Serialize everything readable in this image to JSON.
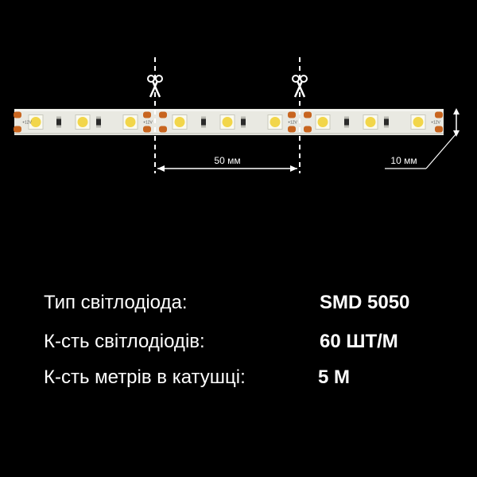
{
  "strip": {
    "pad_label": "+12V",
    "dim_pitch": "50 мм",
    "dim_width": "10 мм",
    "cut_marker": "scissors-icon"
  },
  "colors": {
    "background": "#000000",
    "strip": "#e9e9e2",
    "led": "#f2d64a",
    "copper": "#c8651f",
    "text": "#ffffff"
  },
  "specs": [
    {
      "label": "Тип світлодіода:",
      "value": "SMD 5050"
    },
    {
      "label": "К-сть світлодіодів:",
      "value": "60 ШТ/М"
    },
    {
      "label": "К-сть метрів в катушці:",
      "value": "5 М"
    }
  ]
}
